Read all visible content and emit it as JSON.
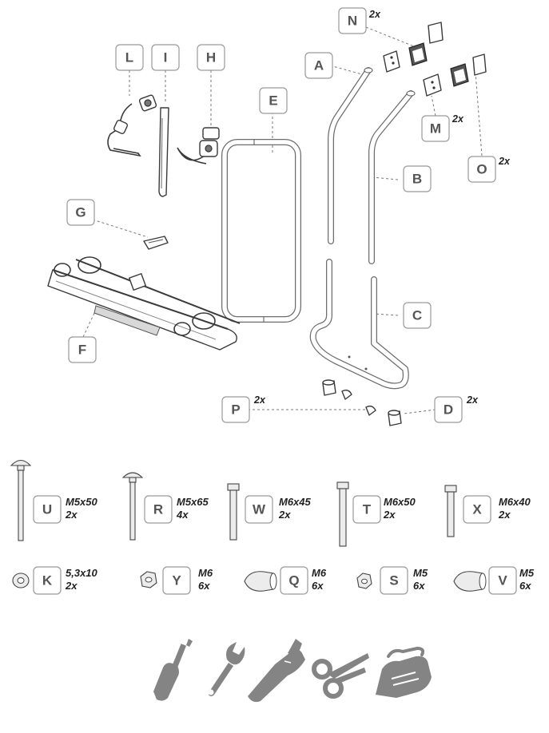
{
  "parts": {
    "A": {
      "label": "A",
      "qty": ""
    },
    "B": {
      "label": "B",
      "qty": ""
    },
    "C": {
      "label": "C",
      "qty": ""
    },
    "D": {
      "label": "D",
      "qty": "2x"
    },
    "E": {
      "label": "E",
      "qty": ""
    },
    "F": {
      "label": "F",
      "qty": ""
    },
    "G": {
      "label": "G",
      "qty": ""
    },
    "H": {
      "label": "H",
      "qty": ""
    },
    "I": {
      "label": "I",
      "qty": ""
    },
    "L": {
      "label": "L",
      "qty": ""
    },
    "M": {
      "label": "M",
      "qty": "2x"
    },
    "N": {
      "label": "N",
      "qty": "2x"
    },
    "O": {
      "label": "O",
      "qty": "2x"
    },
    "P": {
      "label": "P",
      "qty": "2x"
    }
  },
  "hardware": [
    {
      "label": "U",
      "size": "M5x50",
      "qty": "2x"
    },
    {
      "label": "R",
      "size": "M5x65",
      "qty": "4x"
    },
    {
      "label": "W",
      "size": "M6x45",
      "qty": "2x"
    },
    {
      "label": "T",
      "size": "M6x50",
      "qty": "2x"
    },
    {
      "label": "X",
      "size": "M6x40",
      "qty": "2x"
    },
    {
      "label": "K",
      "size": "5,3x10",
      "qty": "2x"
    },
    {
      "label": "Y",
      "size": "M6",
      "qty": "6x"
    },
    {
      "label": "Q",
      "size": "M6",
      "qty": "6x"
    },
    {
      "label": "S",
      "size": "M5",
      "qty": "6x"
    },
    {
      "label": "V",
      "size": "M5",
      "qty": "6x"
    }
  ],
  "tools": [
    "screwdriver-icon",
    "wrench-icon",
    "utility-knife-icon",
    "scissors-icon",
    "cleaning-cloth-icon"
  ],
  "colors": {
    "label_border": "#9a9a9a",
    "label_text": "#555555",
    "tool_gray": "#848484"
  }
}
